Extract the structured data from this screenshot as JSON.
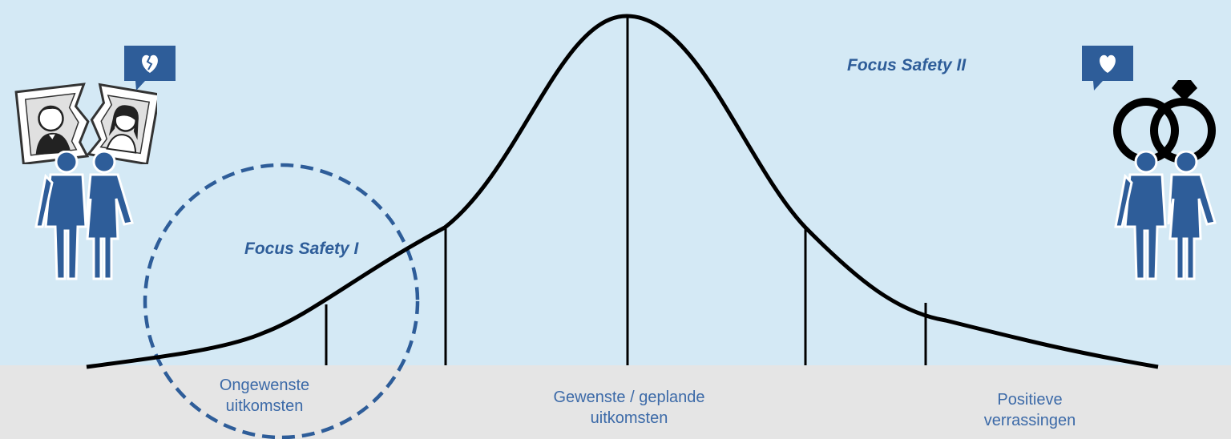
{
  "focus_labels": {
    "safety_1": "Focus Safety I",
    "safety_2": "Focus Safety II"
  },
  "outcome_labels": {
    "unwanted": [
      "Ongewenste",
      "uitkomsten"
    ],
    "planned": [
      "Gewenste / geplande",
      "uitkomsten"
    ],
    "positive": [
      "Positieve",
      "verrassingen"
    ]
  },
  "icons": {
    "left_bubble": "broken-heart-icon",
    "right_bubble": "heart-icon",
    "left_photo": "torn-couple-photo-icon",
    "right_rings": "wedding-rings-icon",
    "couple": "couple-icon"
  },
  "colors": {
    "background": "#d4e9f5",
    "bottom_band": "#e5e5e5",
    "accent": "#2e5d99",
    "curve": "#000000",
    "outcome_text": "#3c6aa8"
  }
}
